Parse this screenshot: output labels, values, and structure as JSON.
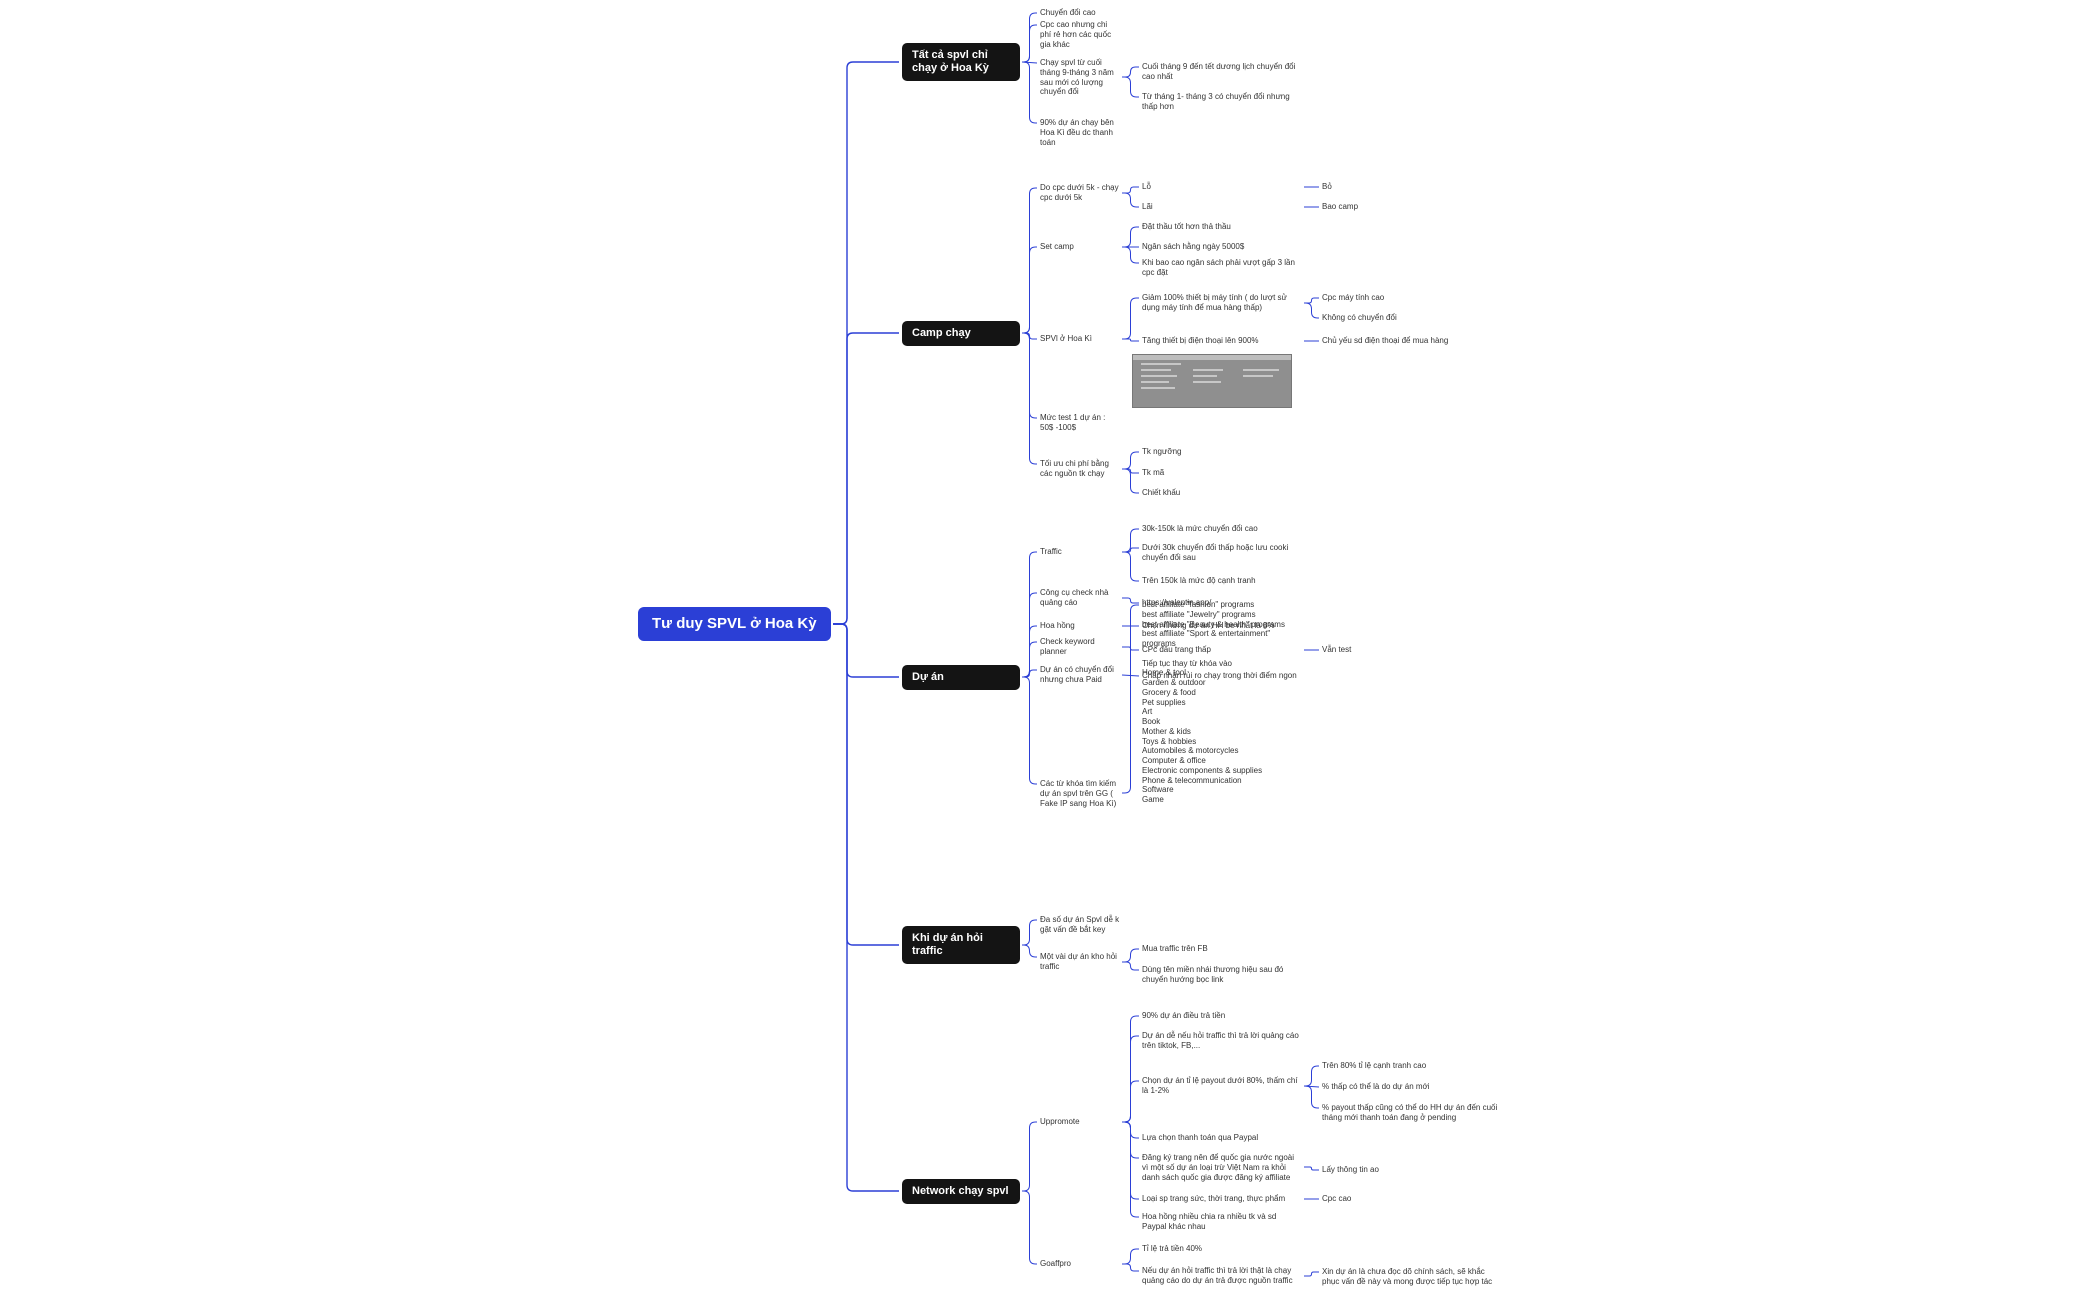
{
  "mindmap": {
    "root": "Tư duy SPVL ở Hoa Kỳ",
    "colors": {
      "root": "#2b3fd6",
      "branch": "#141414",
      "link": "#2b3fd6"
    },
    "branches": [
      {
        "label": "Tất cả spvl chỉ chạy ở Hoa Kỳ",
        "children": [
          {
            "label": "Chuyển đổi cao"
          },
          {
            "label": "Cpc cao nhưng chi phí rẻ hơn các quốc gia khác"
          },
          {
            "label": "Chạy spvl từ cuối tháng 9-tháng 3 năm sau mới có lượng chuyển đổi",
            "children": [
              {
                "label": "Cuối tháng 9 đến tết dương lịch chuyển đổi cao nhất"
              },
              {
                "label": "Từ tháng 1- tháng 3 có chuyển đổi nhưng thấp hơn"
              }
            ]
          },
          {
            "label": "90% dự án chạy bên Hoa Kì đều dc thanh toán"
          }
        ]
      },
      {
        "label": "Camp chạy",
        "children": [
          {
            "label": "Do cpc dưới 5k - chạy cpc dưới 5k",
            "children": [
              {
                "label": "Lỗ",
                "children": [
                  {
                    "label": "Bỏ"
                  }
                ]
              },
              {
                "label": "Lãi",
                "children": [
                  {
                    "label": "Bao camp"
                  }
                ]
              }
            ]
          },
          {
            "label": "Set camp",
            "children": [
              {
                "label": "Đặt thầu tốt hơn thả thầu"
              },
              {
                "label": "Ngân sách hằng ngày 5000$"
              },
              {
                "label": "Khi bao cao ngân sách phải vượt gấp 3 lần cpc đặt"
              }
            ]
          },
          {
            "label": "SPVl ở Hoa Kì",
            "children": [
              {
                "label": "Giảm 100% thiết bị máy tính ( do lượt sử dụng máy tính để mua hàng thấp)",
                "children": [
                  {
                    "label": "Cpc máy tính cao"
                  },
                  {
                    "label": "Không có chuyển đổi"
                  }
                ]
              },
              {
                "label": "Tăng thiết bị điện thoại lên 900%",
                "children": [
                  {
                    "label": "Chủ yếu sd điện thoại để mua hàng"
                  }
                ]
              }
            ]
          },
          {
            "label": "Mức test 1 dự án : 50$ -100$"
          },
          {
            "label": "Tối ưu chi phí bằng các nguồn tk chạy",
            "children": [
              {
                "label": "Tk ngưỡng"
              },
              {
                "label": "Tk mã"
              },
              {
                "label": "Chiết khấu"
              }
            ]
          }
        ]
      },
      {
        "label": "Dự án",
        "children": [
          {
            "label": "Traffic",
            "children": [
              {
                "label": "30k-150k là mức chuyển đổi cao"
              },
              {
                "label": "Dưới 30k chuyển đổi thấp hoặc lưu cooki chuyển đổi sau"
              },
              {
                "label": "Trên 150k là mức độ cạnh tranh"
              }
            ]
          },
          {
            "label": "Công cụ check nhà quảng cáo",
            "children": [
              {
                "label": "https://valentin.app/"
              }
            ]
          },
          {
            "label": "Hoa hồng",
            "children": [
              {
                "label": "Chọn những dự án HH be nhất là 8%"
              }
            ]
          },
          {
            "label": "Check keyword planner",
            "children": [
              {
                "label": "CPc đấu trang thấp",
                "children": [
                  {
                    "label": "Vẫn test"
                  }
                ]
              }
            ]
          },
          {
            "label": "Dự án có chuyển đổi nhưng chưa Paid",
            "children": [
              {
                "label": "Chấp nhận rủi ro chạy trong thời điểm ngon"
              }
            ]
          },
          {
            "label": "Các từ khóa tìm kiếm dự án spvl trên GG ( Fake IP sang Hoa Kì)",
            "children": [
              {
                "label": "best affiliate \"fashion\" programs\nbest affiliate \"Jewelry\" programs\nbest affiliate \"Beauty & health\" programs\nbest affiliate \"Sport & entertainment\"\nprograms\n\nTiếp tục thay từ khóa vào\nHome & tool\nGarden & outdoor\nGrocery & food\nPet supplies\nArt\nBook\nMother & kids\nToys & hobbies\nAutomobiles & motorcycles\nComputer & office\nElectronic components & supplies\nPhone & telecommunication\nSoftware\nGame"
              }
            ]
          }
        ]
      },
      {
        "label": "Khi dự án hỏi traffic",
        "children": [
          {
            "label": "Đa số dự án Spvl dễ k gặt vấn đề bắt key"
          },
          {
            "label": "Một vài dự án kho hỏi traffic",
            "children": [
              {
                "label": "Mua traffic trên FB"
              },
              {
                "label": "Dùng tên miền nhái thương hiệu sau đó chuyển hướng bọc link"
              }
            ]
          }
        ]
      },
      {
        "label": "Network chạy spvl",
        "children": [
          {
            "label": "Uppromote",
            "children": [
              {
                "label": "90% dự án điều trả tiền"
              },
              {
                "label": "Dự án dễ nếu hỏi traffic thì trả lời quảng cáo trên tiktok, FB,..."
              },
              {
                "label": "Chọn dự án tỉ lệ payout dưới 80%, thấm chí là 1-2%",
                "children": [
                  {
                    "label": "Trên 80% tỉ lệ cạnh tranh cao"
                  },
                  {
                    "label": "% thấp có thể là do dự án mới"
                  },
                  {
                    "label": "% payout thấp cũng có thể do HH dự án đến cuối tháng mới thanh toán đang ở pending"
                  }
                ]
              },
              {
                "label": "Lựa chọn thanh toán qua Paypal"
              },
              {
                "label": "Đăng ký trang nên để quốc gia nước ngoài vì một số dự án loại trừ Việt Nam ra khỏi danh sách quốc gia được đăng ký affiliate",
                "children": [
                  {
                    "label": "Lấy thông tin ao"
                  }
                ]
              },
              {
                "label": "Loại sp trang sức, thời trang, thực phẩm",
                "children": [
                  {
                    "label": "Cpc cao"
                  }
                ]
              },
              {
                "label": "Hoa hồng nhiều chia ra nhiều tk và sd Paypal khác nhau"
              }
            ]
          },
          {
            "label": "Goaffpro",
            "children": [
              {
                "label": "Tỉ lệ trả tiền 40%"
              },
              {
                "label": "Nếu dự án hỏi traffic thì trả lời thật là chạy quảng cáo do dự án trả được nguồn traffic",
                "children": [
                  {
                    "label": "Xin dự án là chưa đọc dõ chính sách, sẽ khắc phục vấn đề này và mong được tiếp tục hợp tác"
                  }
                ]
              }
            ]
          }
        ]
      }
    ]
  }
}
